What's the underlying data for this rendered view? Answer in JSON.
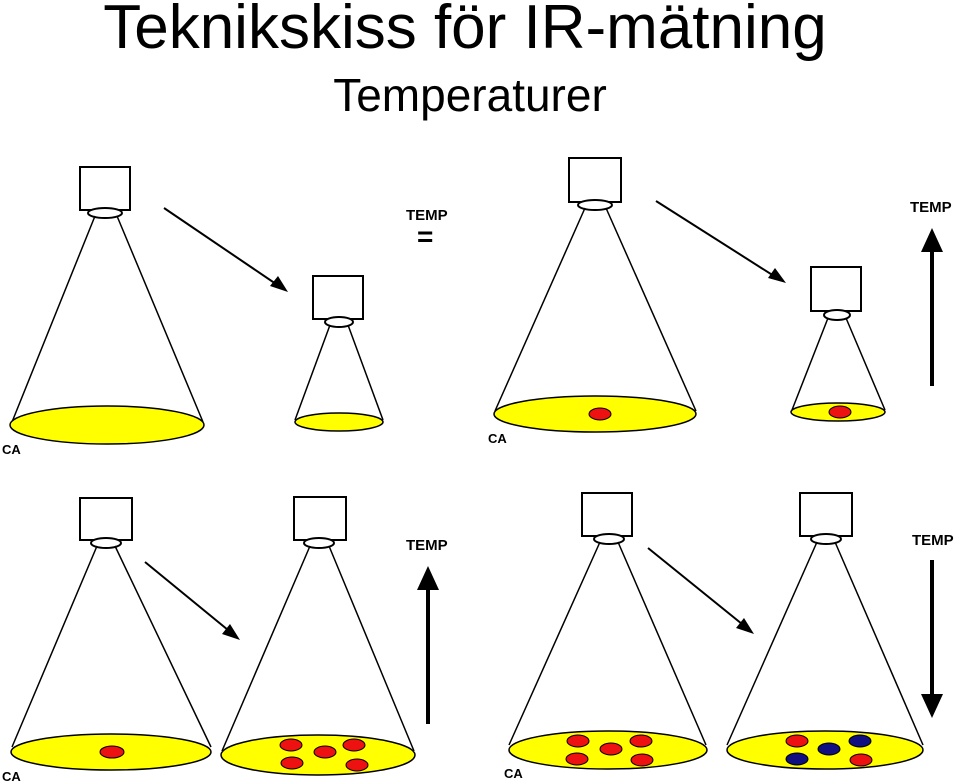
{
  "title": "Teknikskiss för IR-mätning",
  "subtitle": "Temperaturer",
  "panels": [
    {
      "temp_label": "TEMP",
      "temp_change": "=",
      "ca_label": "CA"
    },
    {
      "temp_label": "TEMP",
      "temp_change": "up",
      "ca_label": "CA"
    },
    {
      "temp_label": "TEMP",
      "temp_change": "up",
      "ca_label": "CA"
    },
    {
      "temp_label": "TEMP",
      "temp_change": "down",
      "ca_label": "CA"
    }
  ],
  "colors": {
    "surface": "#ffff00",
    "hot_spot": "#ee1111",
    "cold_spot": "#101080",
    "line": "#000000"
  }
}
